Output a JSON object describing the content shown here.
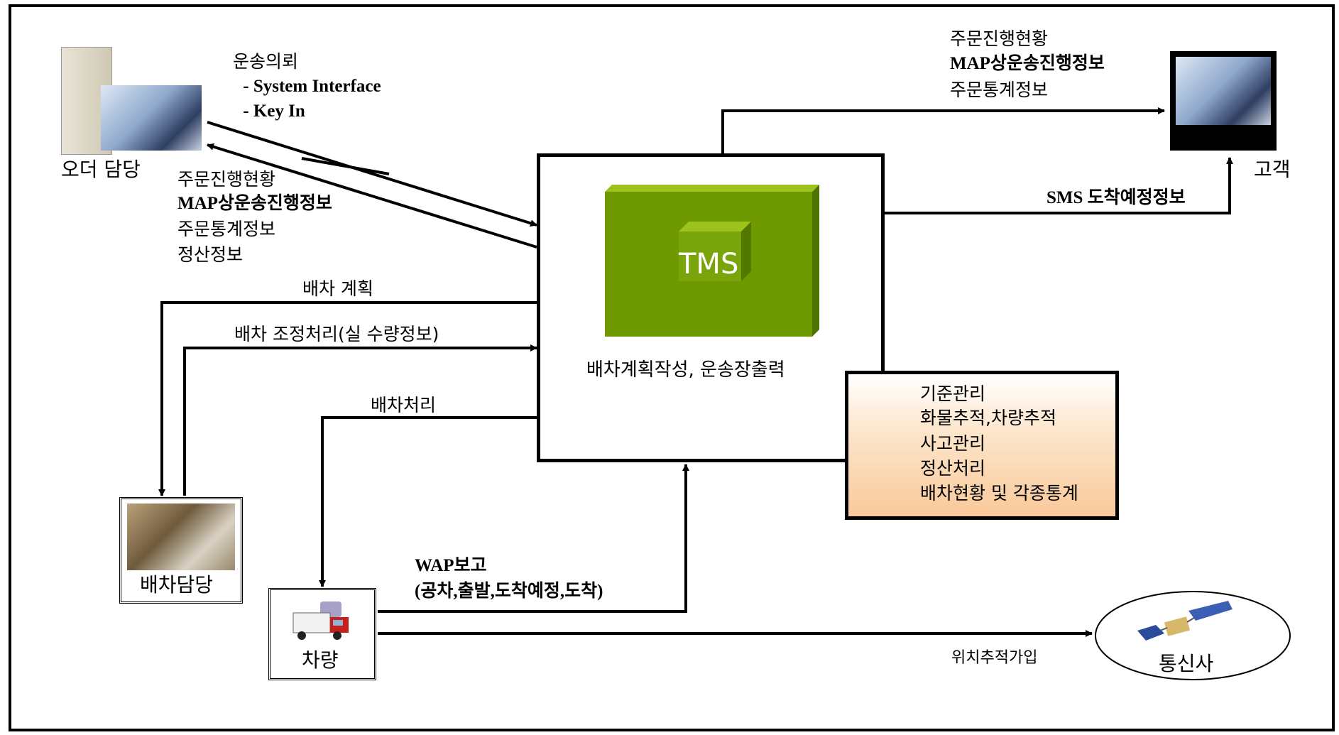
{
  "order_staff": {
    "label": "오더 담당",
    "request_lines": [
      "운송의뢰",
      " - System Interface",
      " - Key In"
    ],
    "info_lines": [
      "주문진행현황",
      "MAP상운송진행정보",
      "주문통계정보",
      "정산정보"
    ]
  },
  "customer": {
    "label": "고객",
    "info_lines": [
      "주문진행현황",
      "MAP상운송진행정보",
      "주문통계정보"
    ],
    "sms_label": "SMS 도착예정정보"
  },
  "tms": {
    "logo_text": "TMS",
    "caption": "배차계획작성, 운송장출력",
    "functions": [
      "기준관리",
      "화물추적,차량추적",
      "사고관리",
      "정산처리",
      "배차현황 및 각종통계"
    ]
  },
  "dispatch": {
    "label": "배차담당",
    "plan_label": "배차 계획",
    "adjust_label": "배차 조정처리(실 수량정보)",
    "process_label": "배차처리"
  },
  "vehicle": {
    "label": "차량",
    "wap_lines": [
      "WAP보고",
      "(공차,출발,도착예정,도착)"
    ],
    "tracking_label": "위치추적가입"
  },
  "carrier": {
    "label": "통신사"
  },
  "colors": {
    "green": "#6e9a00",
    "orange": "#f9c99a"
  }
}
